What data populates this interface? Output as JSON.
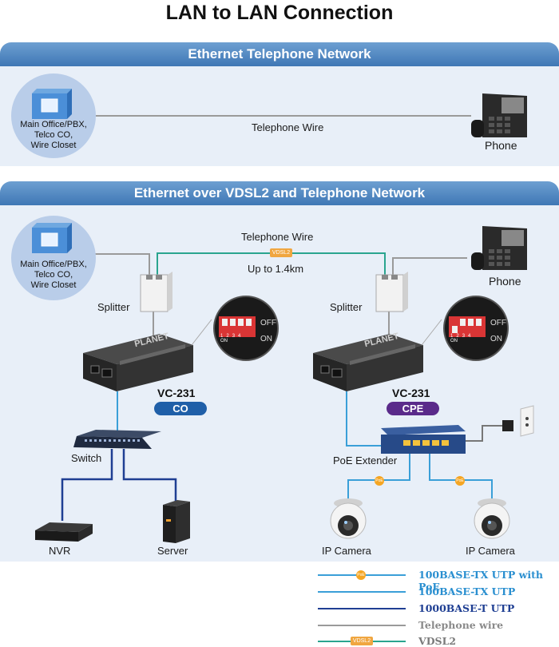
{
  "title": "LAN to LAN Connection",
  "sections": {
    "top": {
      "banner": "Ethernet Telephone Network"
    },
    "bottom": {
      "banner": "Ethernet over VDSL2 and Telephone Network"
    }
  },
  "top_diagram": {
    "office_lines": [
      "Main Office/PBX,",
      "Telco CO,",
      "Wire Closet"
    ],
    "wire_label": "Telephone Wire",
    "phone_label": "Phone"
  },
  "bottom_diagram": {
    "office_lines": [
      "Main Office/PBX,",
      "Telco CO,",
      "Wire Closet"
    ],
    "wire_label": "Telephone Wire",
    "vdsl_tag": "VDSL2",
    "distance": "Up to 1.4km",
    "phone_label": "Phone",
    "splitter_left": "Splitter",
    "splitter_right": "Splitter",
    "device_left": {
      "brand": "PLANET",
      "model": "VC-231",
      "mode": "CO"
    },
    "device_right": {
      "brand": "PLANET",
      "model": "VC-231",
      "mode": "CPE"
    },
    "dip_left": {
      "off": "OFF",
      "on": "ON",
      "numbers": [
        "1",
        "2",
        "3",
        "4"
      ],
      "on_tag": "ON"
    },
    "dip_right": {
      "off": "OFF",
      "on": "ON",
      "numbers": [
        "1",
        "2",
        "3",
        "4"
      ],
      "on_tag": "ON"
    },
    "switch_label": "Switch",
    "poe_extender_label": "PoE Extender",
    "nvr_label": "NVR",
    "server_label": "Server",
    "camera_left_label": "IP Camera",
    "camera_right_label": "IP Camera",
    "poe_tag": "PoE"
  },
  "legend": {
    "items": [
      {
        "label": "100BASE-TX UTP with PoE",
        "color": "#3a9fd8",
        "text_color": "#2a8fd0",
        "tag": "PoE"
      },
      {
        "label": "100BASE-TX UTP",
        "color": "#3a9fd8",
        "text_color": "#2a8fd0"
      },
      {
        "label": "1000BASE-T UTP",
        "color": "#1f3f93",
        "text_color": "#1f3f93"
      },
      {
        "label": "Telephone wire",
        "color": "#9a9a9a",
        "text_color": "#8a8a8a"
      },
      {
        "label": "VDSL2",
        "color": "#2aa58f",
        "text_color": "#7a7a7a",
        "tag": "VDSL2"
      }
    ]
  },
  "colors": {
    "banner": "#4a82c0",
    "panel": "#e8eff8",
    "co_badge": "#1f5fa8",
    "cpe_badge": "#5a2a8a",
    "poe_line": "#3a9fd8",
    "gigabit_line": "#1f3f93",
    "phone_wire": "#9a9a9a",
    "vdsl_line": "#2aa58f",
    "poe_tag": "#f5a623"
  }
}
